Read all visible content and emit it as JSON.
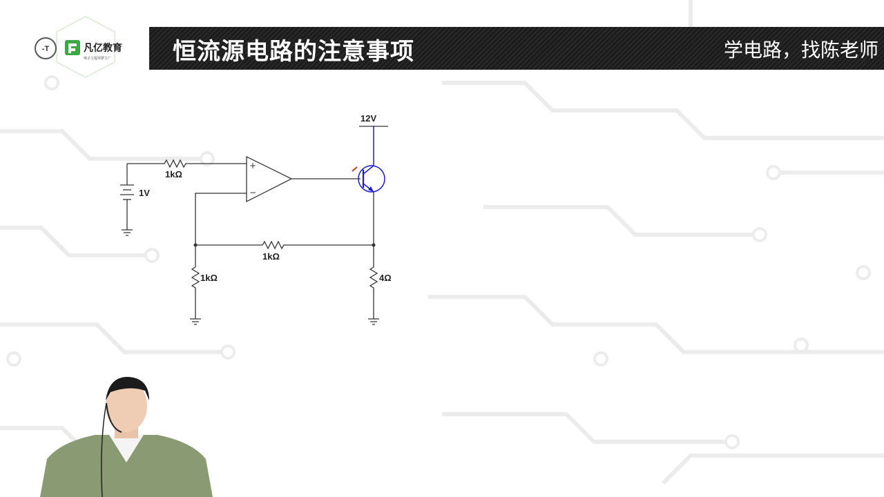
{
  "header": {
    "title": "恒流源电路的注意事项",
    "slogan": "学电路，找陈老师"
  },
  "logo": {
    "brand_text": "凡亿教育",
    "tagline": "电子工程师梦工厂",
    "brand_color": "#3aa845"
  },
  "circuit": {
    "supply_label": "12V",
    "battery_label": "1V",
    "input_resistor_label": "1kΩ",
    "feedback_resistor_label": "1kΩ",
    "ground_resistor_label": "1kΩ",
    "load_resistor_label": "4Ω",
    "opamp_plus": "+",
    "opamp_minus": "−",
    "transistor_color": "#1a1ad6"
  }
}
